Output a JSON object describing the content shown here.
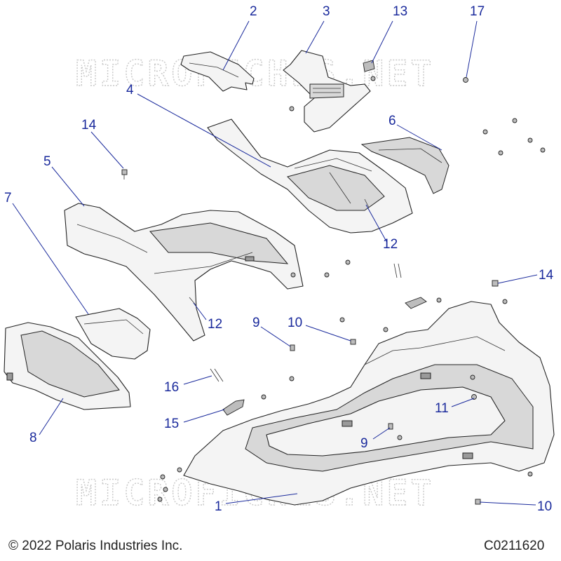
{
  "watermark_text": "MICROFICHES.NET",
  "footer": {
    "copyright": "© 2022 Polaris Industries Inc.",
    "drawing_code": "C0211620"
  },
  "callouts": {
    "c1": "1",
    "c2": "2",
    "c3": "3",
    "c4": "4",
    "c5": "5",
    "c6": "6",
    "c7": "7",
    "c8": "8",
    "c9a": "9",
    "c9b": "9",
    "c10a": "10",
    "c10b": "10",
    "c11": "11",
    "c12a": "12",
    "c12b": "12",
    "c13": "13",
    "c14a": "14",
    "c14b": "14",
    "c15": "15",
    "c16": "16",
    "c17": "17"
  },
  "colors": {
    "callout": "#1a2a9c",
    "line_art": "#222222",
    "watermark": "#c8c8c8"
  }
}
